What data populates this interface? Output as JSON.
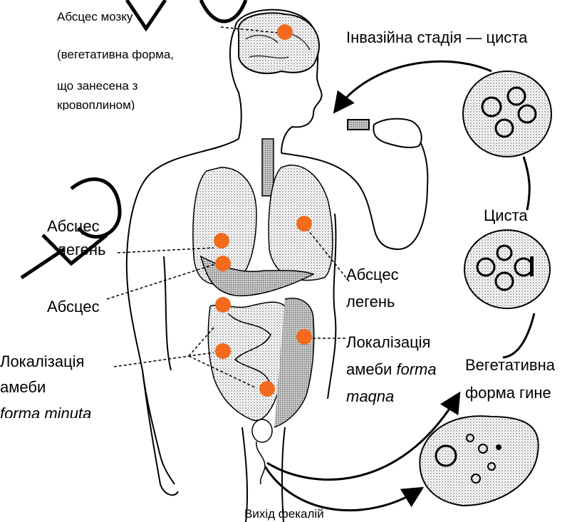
{
  "labels": {
    "brain_abscess_1": "Абсцес мозку",
    "brain_abscess_2": "(вегетативна форма,",
    "brain_abscess_3": "що занесена з",
    "brain_abscess_4": "кровоплином)",
    "invasive_stage": "Інвазійна стадія  — циста",
    "lung_abscess_left_1": "Абсцес",
    "lung_abscess_left_2": "легень",
    "liver_abscess": "Абсцес",
    "lung_abscess_right_1": "Абсцес",
    "lung_abscess_right_2": "легень",
    "cyst": "Циста",
    "loc_minuta_1": "Локалізація",
    "loc_minuta_2": "амеби",
    "loc_minuta_3": "forma minuta",
    "loc_magna_1": "Локалізація",
    "loc_magna_2a": "амеби ",
    "loc_magna_2b": "forma",
    "loc_magna_3": "maqna",
    "vegetative_1": "Вегетативна",
    "vegetative_2": "форма гине",
    "feces_exit": "Вихід фекалій"
  },
  "colors": {
    "marker": "#f26b1d",
    "line": "#000000",
    "stipple": "#8a8a8a"
  }
}
